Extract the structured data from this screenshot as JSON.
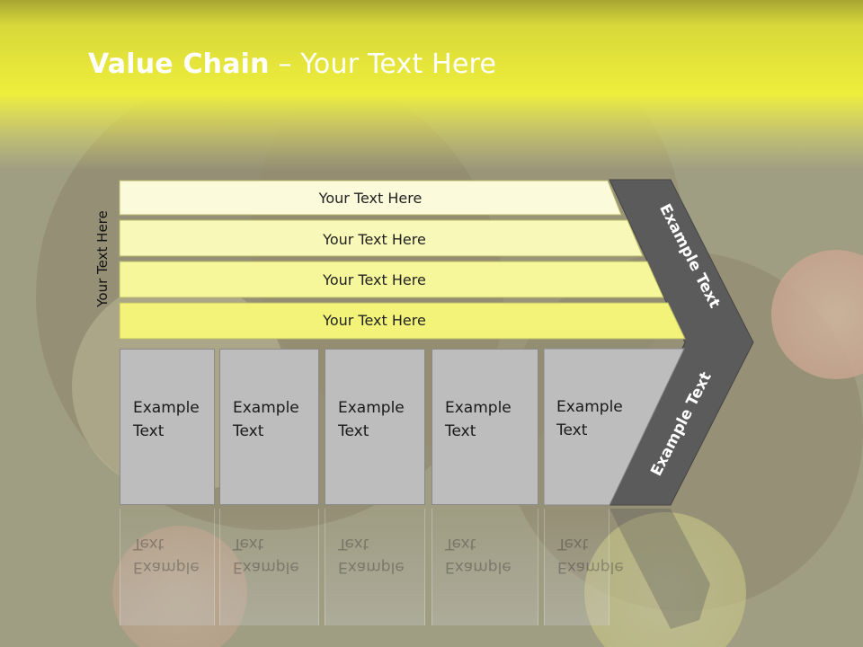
{
  "title": {
    "bold": "Value Chain",
    "rest": " – Your Text Here"
  },
  "side_label": "Your Text Here",
  "bars": [
    "Your Text Here",
    "Your Text Here",
    "Your Text Here",
    "Your Text Here"
  ],
  "boxes": [
    {
      "line1": "Example",
      "line2": "Text"
    },
    {
      "line1": "Example",
      "line2": "Text"
    },
    {
      "line1": "Example",
      "line2": "Text"
    },
    {
      "line1": "Example",
      "line2": "Text"
    },
    {
      "line1": "Example",
      "line2": "Text"
    }
  ],
  "chevron": {
    "upper": "Example Text",
    "lower": "Example Text"
  },
  "colors": {
    "header": "#ecec34",
    "bar_light": "#fbfbdc",
    "bar_dark": "#f3f37a",
    "box": "#bdbdbd",
    "chevron": "#5a5a5a"
  }
}
